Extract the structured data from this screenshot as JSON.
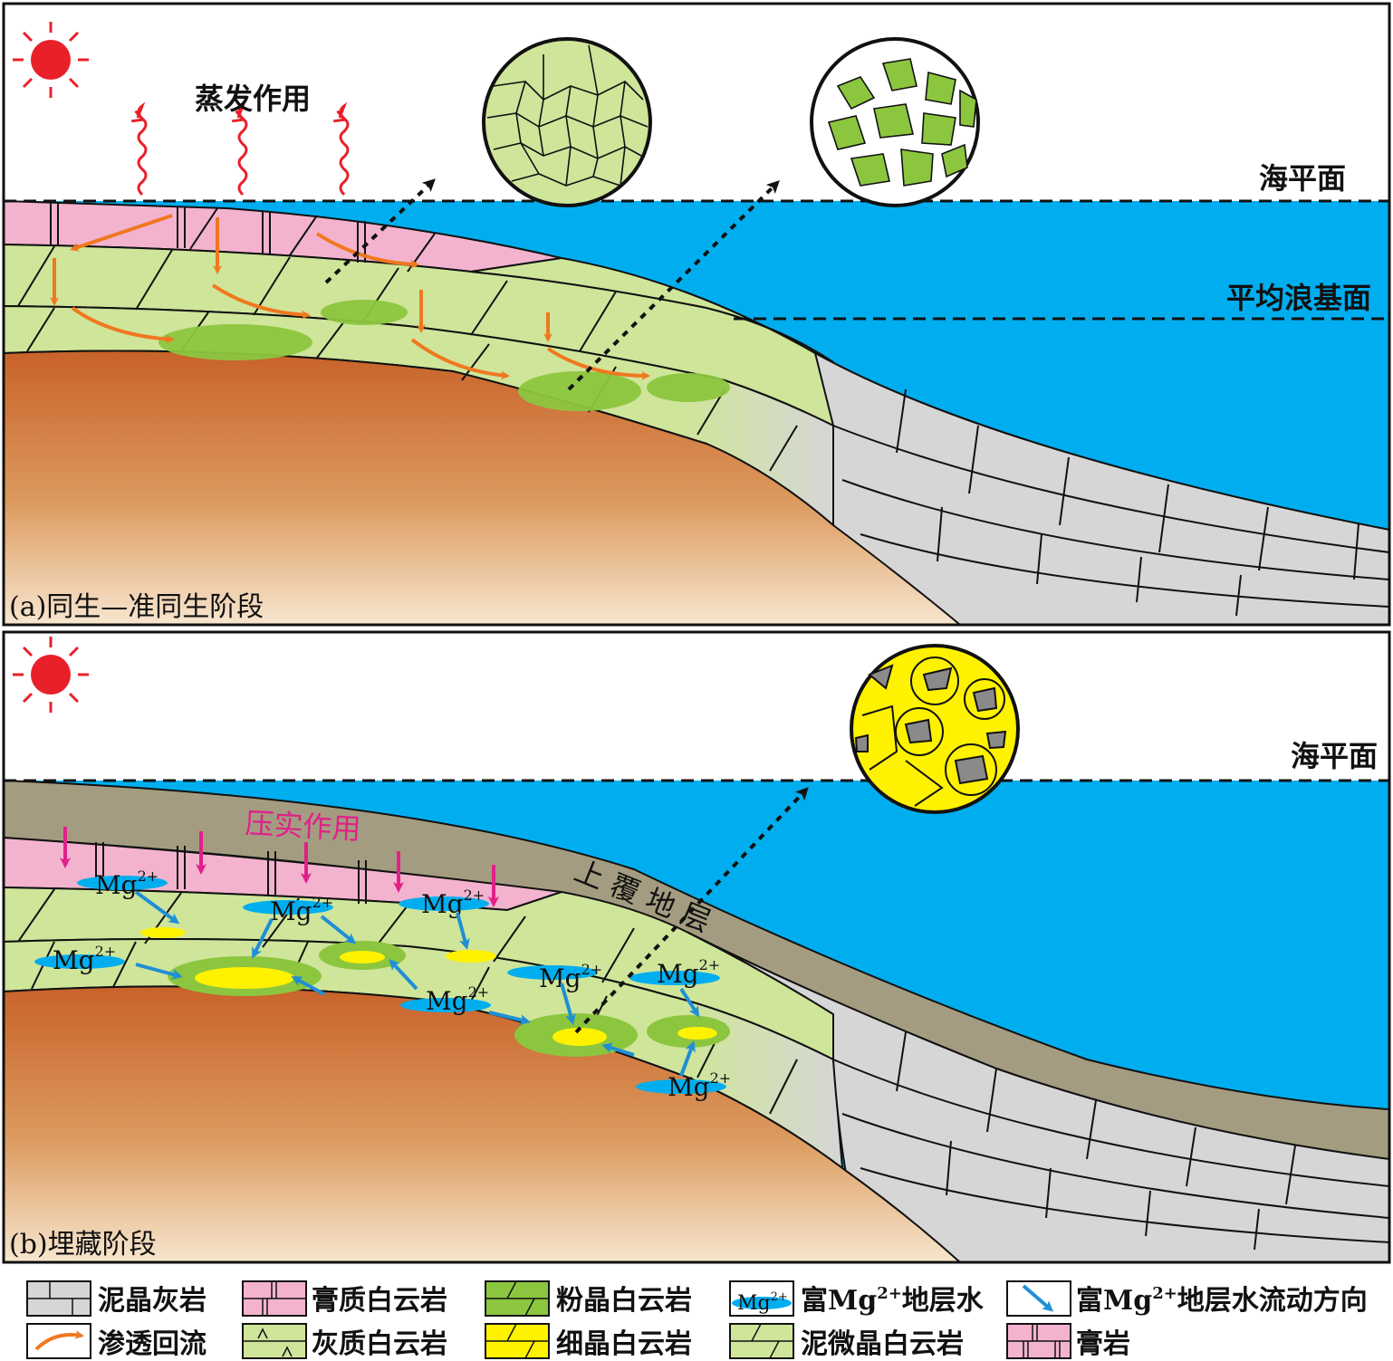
{
  "panel_a": {
    "evaporation_label": "蒸发作用",
    "sea_level_label": "海平面",
    "wave_base_label": "平均浪基面",
    "caption": "(a)同生—准同生阶段"
  },
  "panel_b": {
    "sea_level_label": "海平面",
    "compaction_label": "压实作用",
    "overburden_label": "上 覆 地 层",
    "caption": "(b)埋藏阶段",
    "mg_label": "Mg",
    "mg_sup": "2+"
  },
  "legend": {
    "items": [
      {
        "id": "micritic-limestone",
        "label": "泥晶灰岩"
      },
      {
        "id": "gypsum-dolomite",
        "label": "膏质白云岩"
      },
      {
        "id": "silt-dolomite",
        "label": "粉晶白云岩"
      },
      {
        "id": "mg-water",
        "label": "富Mg",
        "sup": "2+",
        "label_tail": "地层水",
        "swatch_text": "Mg",
        "swatch_sup": "2+"
      },
      {
        "id": "mg-flow",
        "label": "富Mg",
        "sup": "2+",
        "label_tail": "地层水流动方向"
      },
      {
        "id": "seepage-reflux",
        "label": "渗透回流"
      },
      {
        "id": "limy-dolomite",
        "label": "灰质白云岩"
      },
      {
        "id": "fine-dolomite",
        "label": "细晶白云岩"
      },
      {
        "id": "micro-dolomite",
        "label": "泥微晶白云岩"
      },
      {
        "id": "gypsum",
        "label": "膏岩"
      }
    ]
  },
  "colors": {
    "sea": "#00aeef",
    "sun": "#e8202a",
    "orange_arrow": "#f07820",
    "blue_arrow": "#1f8fd6",
    "magenta_arrow": "#e0218a",
    "gypsum_pink": "#f3b3cf",
    "micro_dolomite": "#cfe59a",
    "silt_dolomite": "#8cc63f",
    "fine_dolomite": "#fff200",
    "limestone_grey": "#d6d6d6",
    "overburden": "#a49c80"
  }
}
